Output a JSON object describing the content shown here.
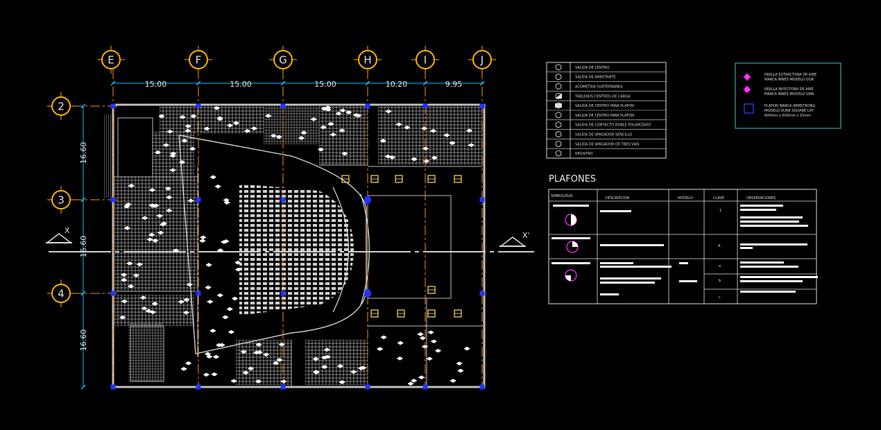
{
  "grid": {
    "columns": [
      "E",
      "F",
      "G",
      "H",
      "I",
      "J"
    ],
    "rows": [
      "2",
      "3",
      "4"
    ]
  },
  "dimensions": {
    "horizontal": [
      "15.00",
      "15.00",
      "15.00",
      "10.20",
      "9.95"
    ],
    "vertical": [
      "16.60",
      "16.60",
      "16.60"
    ]
  },
  "section_marks": {
    "left": "X",
    "right": "X'"
  },
  "symbols_legend": {
    "items": [
      {
        "icon": "circle-symbol",
        "label": "SALIDA DE CENTRO"
      },
      {
        "icon": "circle-cross-symbol",
        "label": "SALIDA DE ARBOTANTE"
      },
      {
        "icon": "arrow-line-symbol",
        "label": "ACOMETIDA SUBTERRANEA"
      },
      {
        "icon": "panel-symbol",
        "label": "TABLEROS CENTROS DE CARGA"
      },
      {
        "icon": "half-square-symbol",
        "label": "SALIDA DE CENTRO PARA PLAFON"
      },
      {
        "icon": "rect-symbol",
        "label": "SALIDA DE CENTRO PARA PLAFON"
      },
      {
        "icon": "hatched-circle-symbol",
        "label": "SALIDA DE CONTACTO DOBLE POLARIZADO"
      },
      {
        "icon": "switch-symbol",
        "label": "SALIDA DE APAGADOR SENCILLO"
      },
      {
        "icon": "switch3-symbol",
        "label": "SALIDA DE APAGADOR DE TRES VIAS"
      },
      {
        "icon": "square-x-symbol",
        "label": "REGISTRO"
      }
    ]
  },
  "hvac_legend": {
    "items": [
      {
        "lines": [
          "REJILLA EXTRACTORA DE AIRE",
          "MARCA INNES MODELO GQR"
        ]
      },
      {
        "lines": [
          "REJILLA INYECTORA DE AIRE",
          "MARCA INNES MODELO GMA"
        ]
      },
      {
        "lines": [
          "PLAFON MARCA ARMSTRONG",
          "MODELO DUNE SQUARE LAY",
          "600mm x 600mm x 15mm"
        ]
      }
    ],
    "colors": {
      "magenta": "#ff33ff",
      "blue": "#3344ff",
      "border": "#33cccc"
    }
  },
  "plafones": {
    "title": "PLAFONES",
    "headers": [
      "SIMBOLOGIA",
      "DESCRIPCION",
      "MODELO",
      "CLAVE",
      "OBSERVACIONES"
    ],
    "keys": [
      "1",
      "A",
      "a",
      "b",
      "c"
    ]
  },
  "colors": {
    "background": "#000000",
    "wall": "#c8c8c8",
    "gridline": "#ff8c1a",
    "gridcircle": "#ffb300",
    "dimension": "#00bfff",
    "column": "#2233ff",
    "fixture": "#ffffff",
    "tile": "#d8d8d8",
    "table_line": "#e0e0e0",
    "yellow": "#ffe066"
  }
}
